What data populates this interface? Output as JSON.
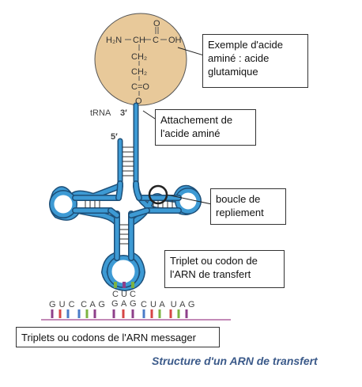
{
  "molecule": {
    "row1_left": "H₂N",
    "row1_ch": "CH",
    "row1_c": "C",
    "row1_oh": "OH",
    "row1_o": "O",
    "ch2_a": "CH₂",
    "ch2_b": "CH₂",
    "c_eq_o": "C=O",
    "o_bottom": "O"
  },
  "trna": {
    "label": "tRNA",
    "three_prime": "3′",
    "five_prime": "5′"
  },
  "anticodon": {
    "top": [
      "C",
      "U",
      "C"
    ],
    "bottom": [
      "G",
      "A",
      "G"
    ]
  },
  "mrna": {
    "left_triplets": "G U C  C A G",
    "right_triplets": "C U A  U A G"
  },
  "callouts": {
    "amino_acid": "Exemple d'acide aminé : acide glutamique",
    "attachment": "Attachement de l'acide aminé",
    "fold_loop": "boucle de repliement",
    "trna_codon": "Triplet ou codon de l'ARN de transfert",
    "mrna_codons": "Triplets ou codons de l'ARN messager"
  },
  "caption": "Structure d'un ARN de transfert",
  "colors": {
    "sphere_fill": "#e8c99a",
    "trna_blue": "#3d9ad4",
    "trna_outline": "#1d4f78",
    "mrna_line": "#c38ab8",
    "base_green": "#7cb342",
    "base_purple": "#8e3f8a",
    "base_red": "#d64545",
    "base_blue": "#4a7bc8",
    "caption_color": "#3b5a8a"
  }
}
